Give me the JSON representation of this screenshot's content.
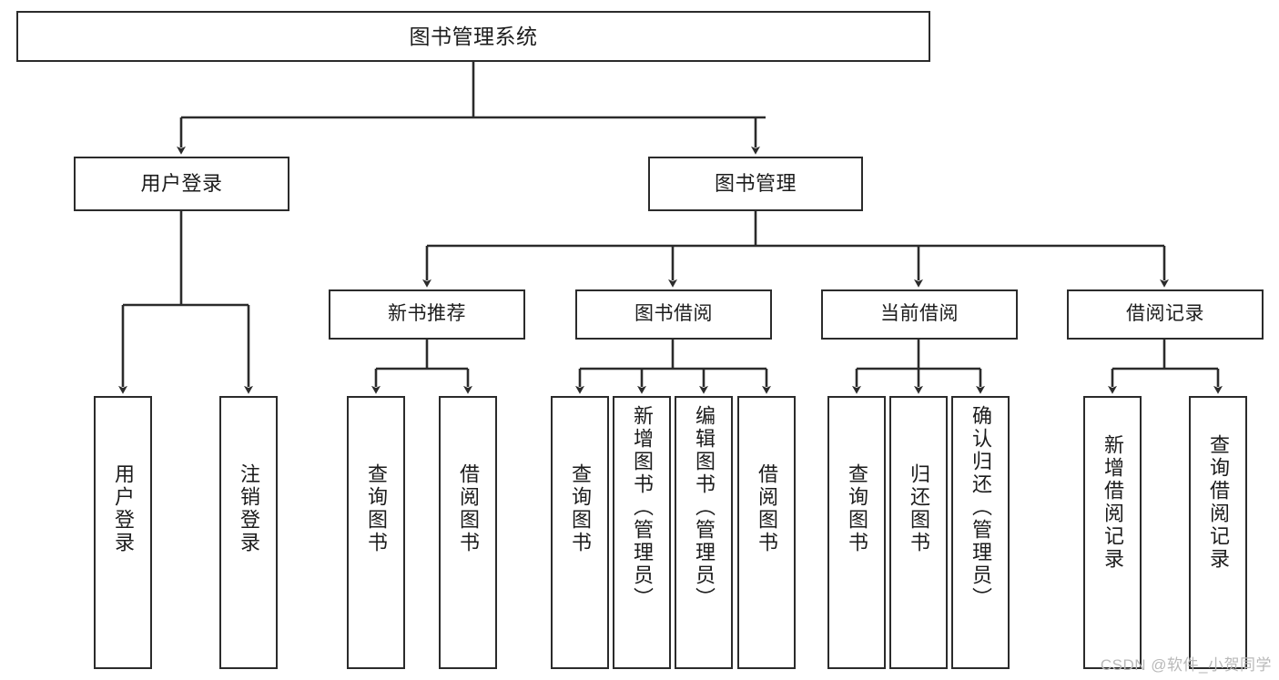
{
  "diagram": {
    "title": "图书管理系统",
    "type": "hierarchy-tree",
    "colors": {
      "box_border": "#2b2b2b",
      "box_fill": "#ffffff",
      "connector": "#2b2b2b",
      "background": "#ffffff",
      "watermark": "#b9b9b9"
    },
    "root": {
      "label": "图书管理系统"
    },
    "level1": [
      {
        "label": "用户登录"
      },
      {
        "label": "图书管理"
      }
    ],
    "level2": [
      {
        "label": "新书推荐"
      },
      {
        "label": "图书借阅"
      },
      {
        "label": "当前借阅"
      },
      {
        "label": "借阅记录"
      }
    ],
    "leaves": {
      "user_login": [
        {
          "label": "用户登录"
        },
        {
          "label": "注销登录"
        }
      ],
      "new_book_recommend": [
        {
          "label": "查询图书"
        },
        {
          "label": "借阅图书"
        }
      ],
      "book_borrow": [
        {
          "label": "查询图书"
        },
        {
          "label": "新增图书（管理员）"
        },
        {
          "label": "编辑图书（管理员）"
        },
        {
          "label": "借阅图书"
        }
      ],
      "current_borrow": [
        {
          "label": "查询图书"
        },
        {
          "label": "归还图书"
        },
        {
          "label": "确认归还（管理员）"
        }
      ],
      "borrow_record": [
        {
          "label": "新增借阅记录"
        },
        {
          "label": "查询借阅记录"
        }
      ]
    },
    "watermark": "CSDN @软件_小贺同学"
  }
}
